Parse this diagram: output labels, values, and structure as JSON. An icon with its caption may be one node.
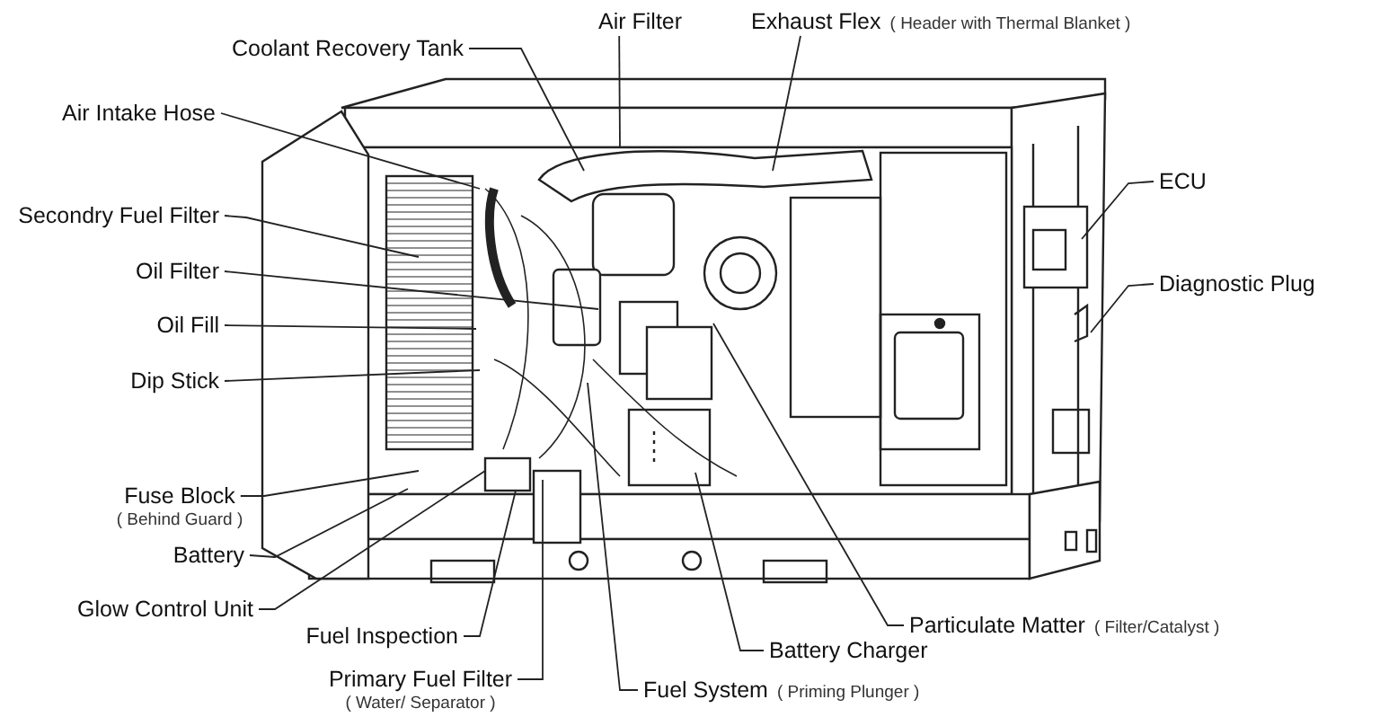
{
  "diagram": {
    "nodes": [
      {
        "text": [
          "Coolant Recovery Tank"
        ]
      },
      {
        "text": [
          "Air Filter"
        ]
      },
      {
        "text": [
          "Exhaust Flex",
          "( Header with Thermal Blanket )"
        ]
      },
      {
        "text": [
          "Air Intake Hose"
        ]
      },
      {
        "text": [
          "ECU"
        ]
      },
      {
        "text": [
          "Secondry Fuel Filter"
        ]
      },
      {
        "text": [
          "Oil Filter"
        ]
      },
      {
        "text": [
          "Diagnostic Plug"
        ]
      },
      {
        "text": [
          "Oil Fill"
        ]
      },
      {
        "text": [
          "Dip Stick"
        ]
      },
      {
        "text": [
          "Fuse Block",
          "( Behind Guard )"
        ]
      },
      {
        "text": [
          "Battery"
        ]
      },
      {
        "text": [
          "Glow Control Unit"
        ]
      },
      {
        "text": [
          "Particulate Matter",
          "( Filter/Catalyst )"
        ]
      },
      {
        "text": [
          "Fuel Inspection"
        ]
      },
      {
        "text": [
          "Battery Charger"
        ]
      },
      {
        "text": [
          "Primary Fuel Filter",
          "( Water/ Separator )"
        ]
      },
      {
        "text": [
          "Fuel System",
          "( Priming Plunger )"
        ]
      }
    ],
    "edges": [
      {
        "from": 0,
        "to": null,
        "arrow": "none"
      },
      {
        "from": 1,
        "to": null,
        "arrow": "none"
      },
      {
        "from": 2,
        "to": null,
        "arrow": "none"
      },
      {
        "from": 3,
        "to": null,
        "arrow": "none"
      },
      {
        "from": 4,
        "to": null,
        "arrow": "none"
      },
      {
        "from": 5,
        "to": null,
        "arrow": "none"
      },
      {
        "from": 6,
        "to": null,
        "arrow": "none"
      },
      {
        "from": 7,
        "to": null,
        "arrow": "none"
      },
      {
        "from": 8,
        "to": null,
        "arrow": "none"
      },
      {
        "from": 9,
        "to": null,
        "arrow": "none"
      },
      {
        "from": 10,
        "to": null,
        "arrow": "none"
      },
      {
        "from": 11,
        "to": null,
        "arrow": "none"
      },
      {
        "from": 12,
        "to": null,
        "arrow": "none"
      },
      {
        "from": 13,
        "to": null,
        "arrow": "none"
      },
      {
        "from": 14,
        "to": null,
        "arrow": "none"
      },
      {
        "from": 15,
        "to": null,
        "arrow": "none"
      },
      {
        "from": 16,
        "to": null,
        "arrow": "none"
      },
      {
        "from": 17,
        "to": null,
        "arrow": "none"
      }
    ]
  }
}
